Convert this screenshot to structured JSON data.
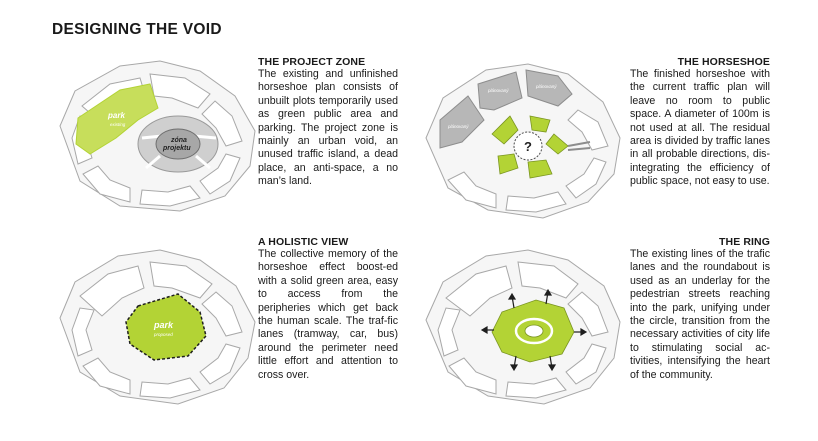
{
  "title": "DESIGNING THE VOID",
  "panels": {
    "project_zone": {
      "heading": "THE PROJECT ZONE",
      "body": "The existing and unfinished horseshoe plan consists of unbuilt plots temporarily used as green public area and parking. The project zone is mainly an urban void, an unused traffic island, a dead place, an anti-space, a no man’s land.",
      "labels": {
        "park": "park",
        "park_sub": "existing",
        "zone_line1": "zóna",
        "zone_line2": "projektu"
      }
    },
    "horseshoe": {
      "heading": "THE HORSESHOE",
      "body": "The finished horseshoe with the current traffic plan will leave no room to public space. A diameter of 100m is not used at all. The residual area is divided by traffic lanes in all probable directions, dis-integrating the efficiency of public space, not easy to use.",
      "labels": {
        "question": "?",
        "build1": "plánovaný",
        "build2": "plánovaný",
        "build3": "plánovaný"
      }
    },
    "holistic": {
      "heading": "A HOLISTIC VIEW",
      "body": "The collective memory of the horseshoe effect boost-ed with a solid green area, easy to access from the peripheries which get back the human scale. The traf-fic lanes (tramway, car, bus) around the perimeter need little effort and attention to cross over.",
      "labels": {
        "park": "park",
        "park_sub": "proposed"
      }
    },
    "ring": {
      "heading": "THE RING",
      "body": "The existing lines of the trafic lanes and the roundabout is used as an underlay for the pedestrian streets reaching into the park, unifying under the circle, transition from the necessary activities of city life to stimulating social ac-tivities, intensifying the heart of the community."
    }
  },
  "colors": {
    "green": "#b3d335",
    "grey_block": "#b7b7b7",
    "outline": "#9a9a9a",
    "text": "#1a1a1a"
  }
}
